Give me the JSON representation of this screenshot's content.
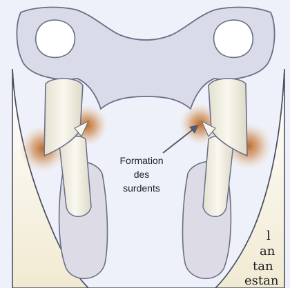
{
  "annotation": {
    "lines": [
      "Formation",
      "des",
      "surdents"
    ]
  },
  "cropped_text": [
    "l",
    "an",
    "tan",
    "estan"
  ],
  "colors": {
    "background": "#eef1f9",
    "bone_fill": "#d9dbe8",
    "bone_stroke": "#6a6e86",
    "mouth_fill": "#f7f3e7",
    "tooth_fill": "#f1efe3",
    "inflammation": "#b8651f",
    "arrow": "#555a6e"
  },
  "icons": {
    "arrow": "arrow-pointer-icon"
  }
}
